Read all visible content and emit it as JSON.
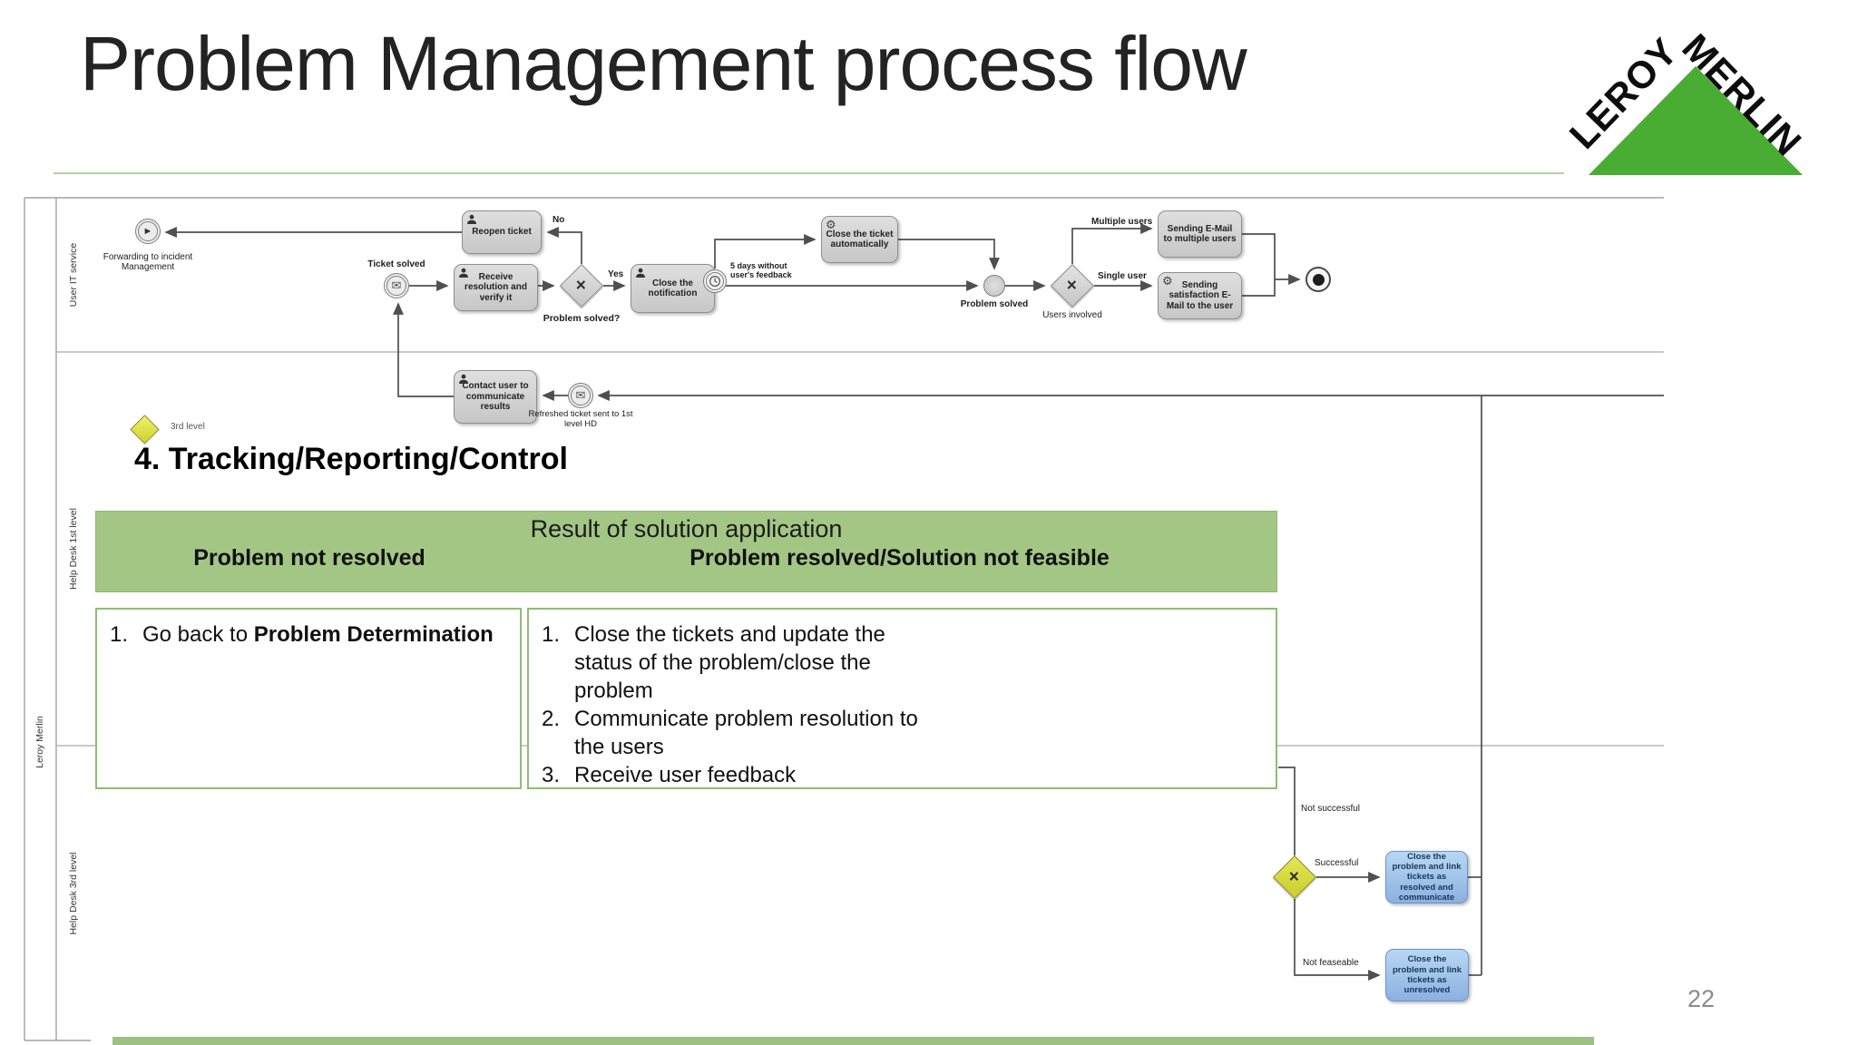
{
  "slide": {
    "title": "Problem Management process flow",
    "section_heading": "4. Tracking/Reporting/Control",
    "page_number": "22"
  },
  "logo": {
    "word1": "LEROY",
    "word2": "MERLIN",
    "green": "#4aad33"
  },
  "table": {
    "title": "Result of solution application",
    "header_bg": "#a3c685",
    "border_color": "#8fbd72",
    "columns": [
      {
        "header": "Problem not resolved"
      },
      {
        "header": "Problem resolved/Solution not feasible"
      }
    ],
    "left_items": [
      {
        "num": "1.",
        "text": "Go back to ",
        "bold": "Problem Determination"
      }
    ],
    "right_items": [
      {
        "num": "1.",
        "lines": [
          "Close the tickets and update the",
          "status of the problem/close the",
          "problem"
        ]
      },
      {
        "num": "2.",
        "lines": [
          "Communicate problem resolution to",
          "the users"
        ]
      },
      {
        "num": "3.",
        "lines": [
          "Receive user feedback"
        ]
      }
    ]
  },
  "bpmn": {
    "pool_label": "Leroy Merlin",
    "lanes": [
      {
        "label": "User IT service"
      },
      {
        "label": "Help Desk 1st level"
      },
      {
        "label": "Help Desk 3rd level"
      }
    ],
    "level_marker": "3rd level",
    "nodes": {
      "forwarding": "Forwarding to incident Management",
      "reopen": "Reopen ticket",
      "receive": "Receive resolution and verify it",
      "close_notification": "Close the notification",
      "close_auto": "Close the ticket automatically",
      "sending_multi": "Sending E-Mail to multiple users",
      "sending_satisfaction": "Sending satisfaction E-Mail to the user",
      "contact_user": "Contact user to communicate results",
      "close_resolved": "Close the problem and link tickets as resolved and communicate",
      "close_unresolved": "Close the problem and link tickets as unresolved"
    },
    "labels": {
      "no": "No",
      "yes": "Yes",
      "ticket_solved": "Ticket solved",
      "problem_solved_q": "Problem solved?",
      "five_days": "5 days without user's feedback",
      "problem_solved": "Problem solved",
      "users_involved": "Users involved",
      "multiple_users": "Multiple users",
      "single_user": "Single user",
      "refreshed_ticket": "Refreshed ticket sent to 1st level HD",
      "not_successful": "Not successful",
      "successful": "Successful",
      "not_feasible": "Not feaseable"
    }
  }
}
